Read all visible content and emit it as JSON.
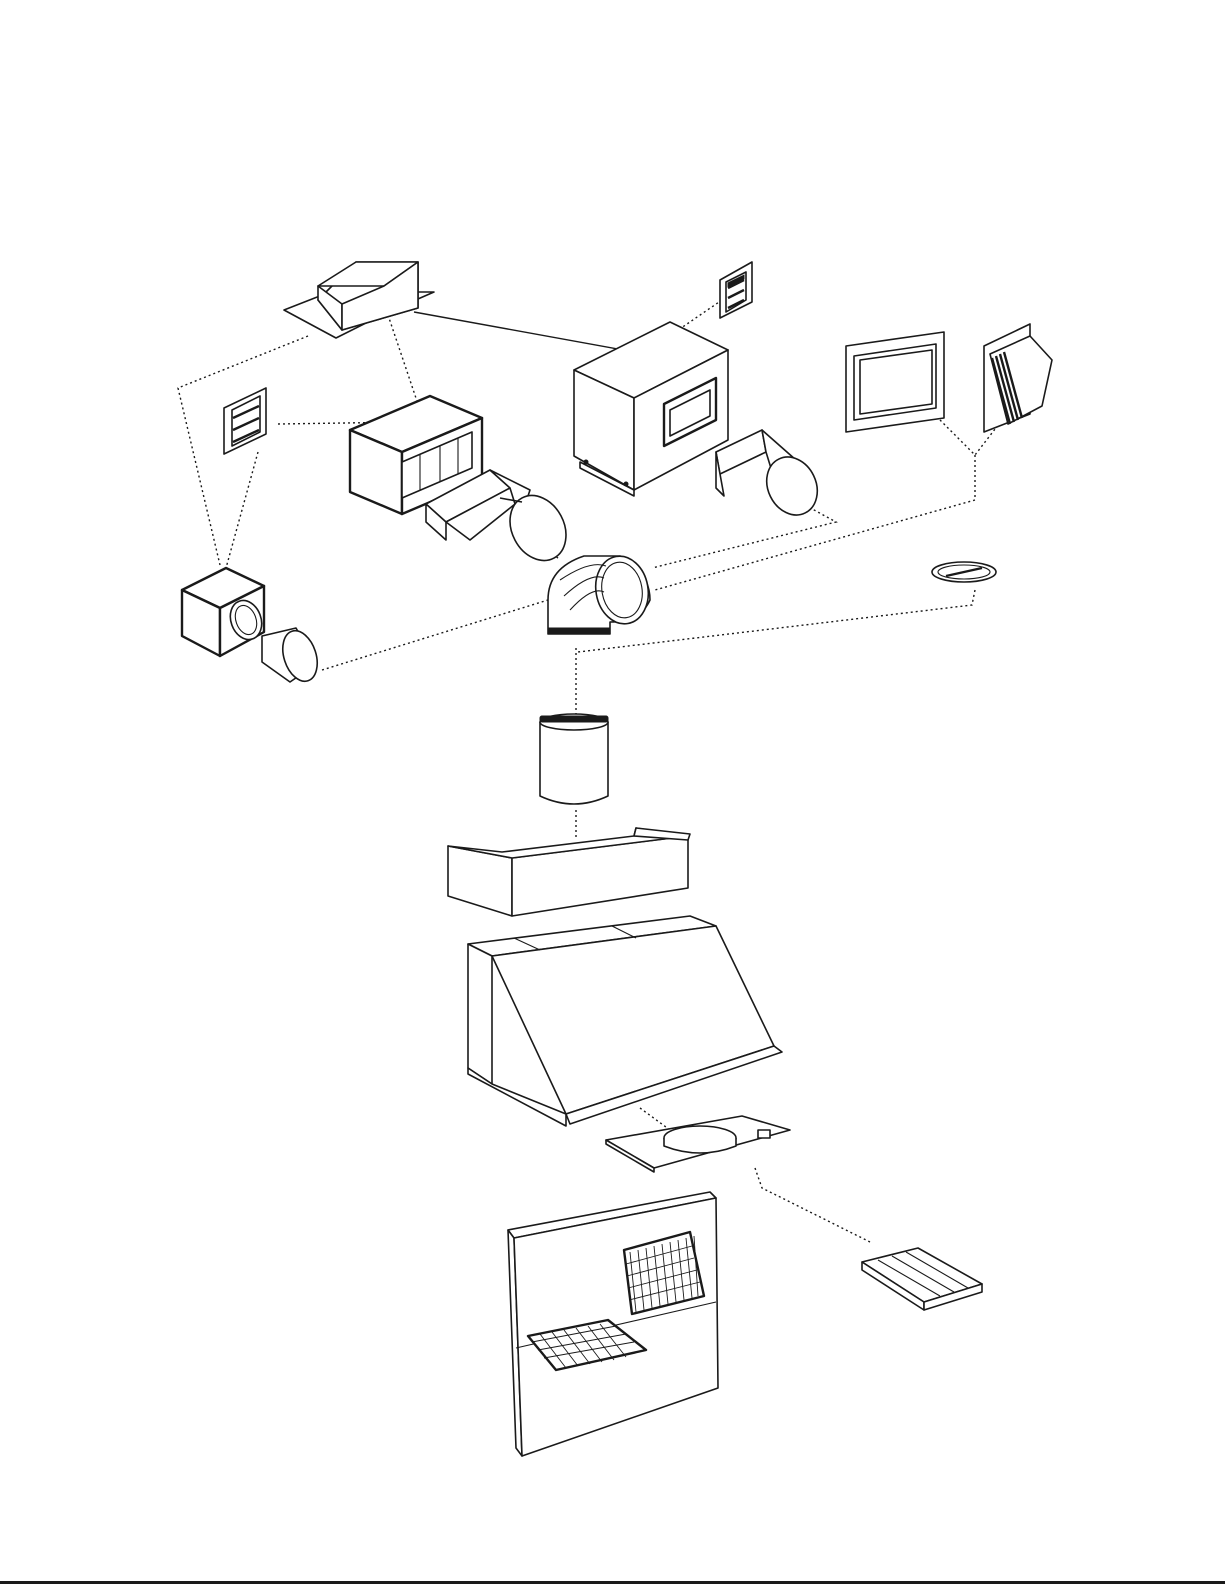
{
  "diagram": {
    "kind": "exploded-assembly",
    "line_color": "#1a1a1a",
    "background": "#ffffff",
    "parts": [
      "roof-cap",
      "wall-louver-upper",
      "wall-louver-left",
      "inline-blower-box",
      "in-line-transition",
      "remote-blower-box",
      "remote-transition",
      "wall-cap-flat",
      "wall-cap-angled",
      "small-blower-cube",
      "small-round-collar",
      "duct-elbow",
      "round-damper",
      "round-duct",
      "duct-cover",
      "hood-body",
      "hood-bottom-panel",
      "back-splash-shelves",
      "baffle-filter"
    ]
  }
}
